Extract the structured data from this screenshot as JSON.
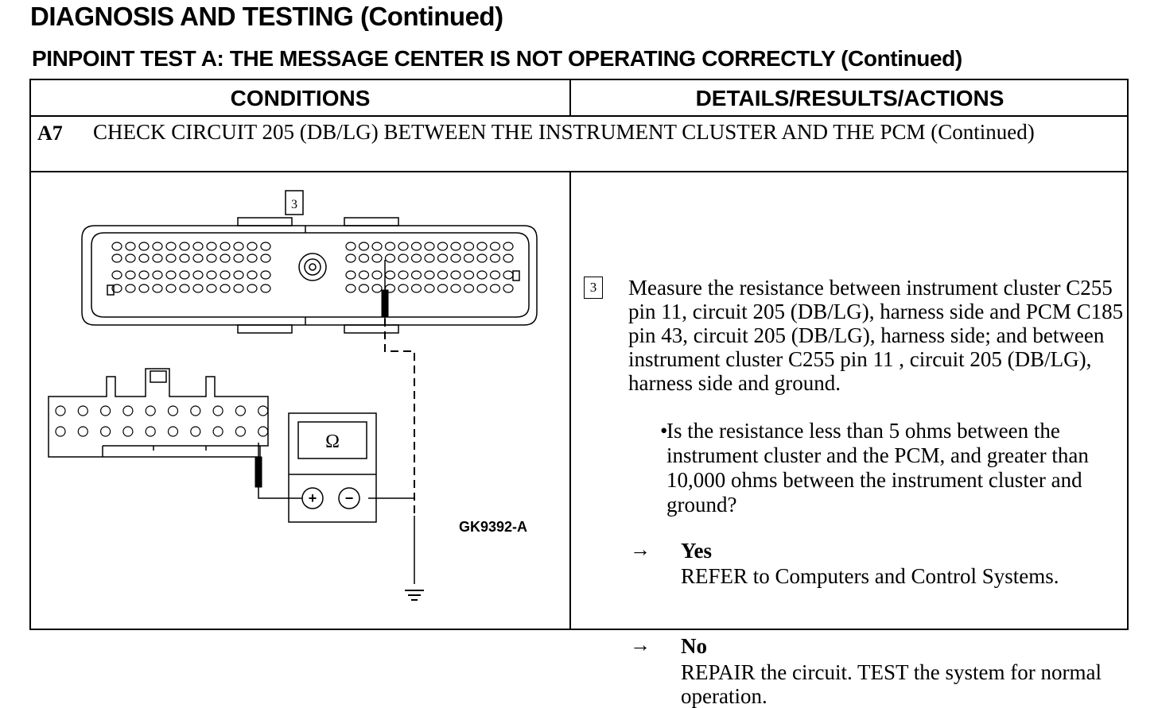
{
  "header": {
    "title": "DIAGNOSIS AND TESTING (Continued)",
    "subtitle": "PINPOINT TEST A:  THE MESSAGE CENTER IS NOT OPERATING CORRECTLY (Continued)"
  },
  "table": {
    "col_conditions": "CONDITIONS",
    "col_details": "DETAILS/RESULTS/ACTIONS",
    "step": {
      "id": "A7",
      "title": "CHECK CIRCUIT 205 (DB/LG) BETWEEN THE INSTRUMENT CLUSTER AND THE PCM (Continued)"
    },
    "diagram": {
      "step_number": "3",
      "meter_symbol": "Ω",
      "plus_symbol": "+",
      "minus_symbol": "−",
      "figure_id": "GK9392-A"
    },
    "details": {
      "step_number": "3",
      "measure": "Measure the resistance between instrument cluster C255 pin 11, circuit 205 (DB/LG), harness side and PCM C185 pin 43, circuit 205 (DB/LG), harness side; and between instrument cluster C255 pin 11 , circuit 205 (DB/LG), harness side and ground.",
      "bullet": "•",
      "question": "Is the resistance less than 5 ohms between the instrument cluster and the PCM, and greater than 10,000 ohms between the instrument cluster and ground?",
      "arrow": "→",
      "yes_label": "Yes",
      "yes_action": "REFER to Computers and Control Systems.",
      "no_label": "No",
      "no_action": "REPAIR the circuit. TEST the system for normal operation."
    }
  }
}
